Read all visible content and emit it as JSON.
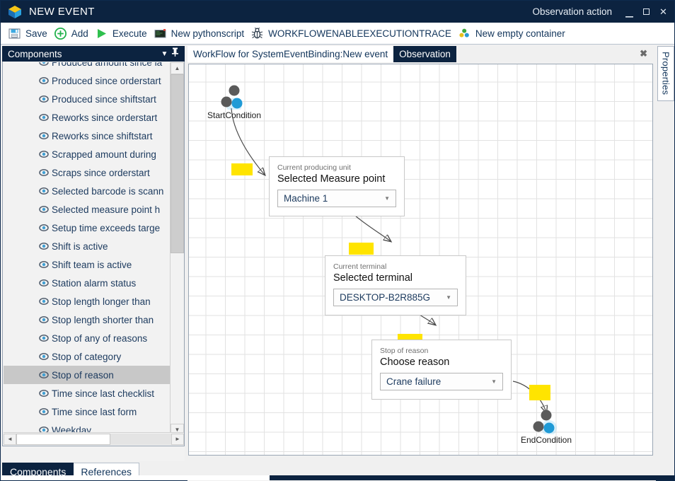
{
  "window": {
    "title": "NEW EVENT",
    "right_label": "Observation action",
    "logo_icon": "cube-logo-icon",
    "minimize": "–",
    "maximize": "maximize-icon",
    "close": "✕"
  },
  "toolbar": {
    "items": [
      {
        "label": "Save",
        "icon": "floppy-disk-icon"
      },
      {
        "label": "Add",
        "icon": "plus-circle-icon"
      },
      {
        "label": "Execute",
        "icon": "play-triangle-icon"
      },
      {
        "label": "New pythonscript",
        "icon": "console-window-icon"
      },
      {
        "label": "WORKFLOWENABLEEXECUTIONTRACE",
        "icon": "bug-icon"
      },
      {
        "label": "New empty container",
        "icon": "three-dots-cluster-icon"
      }
    ]
  },
  "sidebar": {
    "header": {
      "title": "Components",
      "dropdown_icon": "chevron-down-icon",
      "pin_icon": "pin-icon"
    },
    "items": [
      {
        "label": "Produced amount since la",
        "icon": "eye-icon",
        "selected": false,
        "clipped": true
      },
      {
        "label": "Produced since orderstart",
        "icon": "eye-icon",
        "selected": false,
        "clipped": true
      },
      {
        "label": "Produced since shiftstart",
        "icon": "eye-icon",
        "selected": false
      },
      {
        "label": "Reworks since orderstart",
        "icon": "eye-icon",
        "selected": false
      },
      {
        "label": "Reworks since shiftstart",
        "icon": "eye-icon",
        "selected": false
      },
      {
        "label": "Scrapped amount during",
        "icon": "eye-icon",
        "selected": false,
        "clipped": true
      },
      {
        "label": "Scraps since orderstart",
        "icon": "eye-icon",
        "selected": false
      },
      {
        "label": "Selected barcode is scann",
        "icon": "eye-icon",
        "selected": false,
        "clipped": true
      },
      {
        "label": "Selected measure point h",
        "icon": "eye-icon",
        "selected": false,
        "clipped": true
      },
      {
        "label": "Setup time exceeds targe",
        "icon": "eye-icon",
        "selected": false,
        "clipped": true
      },
      {
        "label": "Shift is active",
        "icon": "eye-icon",
        "selected": false
      },
      {
        "label": "Shift team is active",
        "icon": "eye-icon",
        "selected": false
      },
      {
        "label": "Station alarm status",
        "icon": "eye-icon",
        "selected": false
      },
      {
        "label": "Stop length longer than",
        "icon": "eye-icon",
        "selected": false
      },
      {
        "label": "Stop length shorter than",
        "icon": "eye-icon",
        "selected": false
      },
      {
        "label": "Stop of any of reasons",
        "icon": "eye-icon",
        "selected": false
      },
      {
        "label": "Stop of category",
        "icon": "eye-icon",
        "selected": false
      },
      {
        "label": "Stop of reason",
        "icon": "eye-icon",
        "selected": true
      },
      {
        "label": "Time since last checklist",
        "icon": "eye-icon",
        "selected": false
      },
      {
        "label": "Time since last form",
        "icon": "eye-icon",
        "selected": false
      },
      {
        "label": "Weekday",
        "icon": "eye-icon",
        "selected": false
      }
    ],
    "bottom_tabs": [
      {
        "label": "Components",
        "active": true
      },
      {
        "label": "References",
        "active": false
      }
    ]
  },
  "editor": {
    "tabs": [
      {
        "label": "WorkFlow for SystemEventBinding:New event",
        "active": false
      },
      {
        "label": "Observation",
        "active": true
      }
    ],
    "close_label": "✖"
  },
  "workflow": {
    "start_node": {
      "label": "StartCondition"
    },
    "end_node": {
      "label": "EndCondition"
    },
    "activities": [
      {
        "subtitle": "Current producing unit",
        "title": "Selected Measure point",
        "value": "Machine 1",
        "caret_icon": "chevron-down-icon"
      },
      {
        "subtitle": "Current terminal",
        "title": "Selected terminal",
        "value": "DESKTOP-B2R885G",
        "caret_icon": "chevron-down-icon"
      },
      {
        "subtitle": "Stop of reason",
        "title": "Choose reason",
        "value": "Crane failure",
        "caret_icon": "chevron-down-icon"
      }
    ]
  },
  "properties_panel": {
    "label": "Properties"
  },
  "colors": {
    "chrome_dark": "#0c2340",
    "accent_blue": "#2196d4",
    "highlight_yellow": "#ffe400",
    "selection_gray": "#c8c8c8",
    "text_blue": "#1c3a5e"
  }
}
